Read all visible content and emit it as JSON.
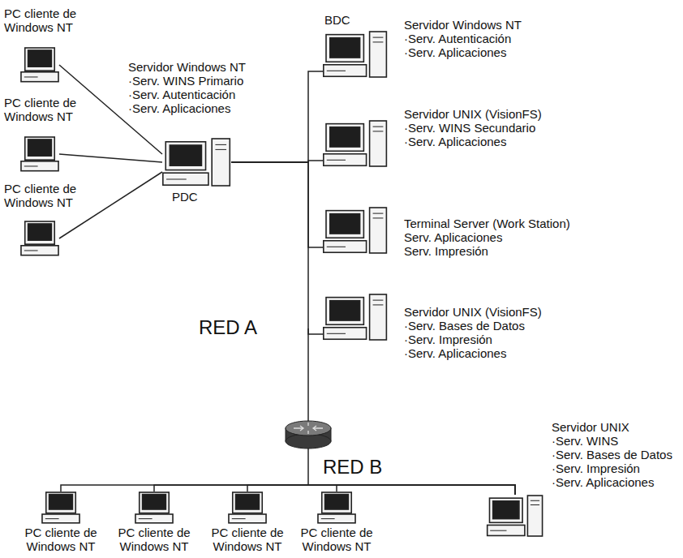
{
  "diagram": {
    "nodes": [
      {
        "text": [
          "PC cliente de Windows NT"
        ]
      },
      {
        "text": [
          "PC cliente de Windows NT"
        ]
      },
      {
        "text": [
          "PC cliente de Windows NT"
        ]
      },
      {
        "text": [
          "Servidor Windows NT",
          "·Serv. WINS Primario",
          "·Serv. Autenticación",
          "·Serv. Aplicaciones",
          "PDC"
        ]
      },
      {
        "text": [
          "BDC",
          "Servidor Windows NT",
          "·Serv. Autenticación",
          "·Serv. Aplicaciones"
        ]
      },
      {
        "text": [
          "Servidor UNIX (VisionFS)",
          "·Serv. WINS Secundario",
          "·Serv. Aplicaciones"
        ]
      },
      {
        "text": [
          "Terminal Server (Work Station)",
          "Serv. Aplicaciones",
          "Serv. Impresión"
        ]
      },
      {
        "text": [
          "Servidor UNIX (VisionFS)",
          "·Serv. Bases de Datos",
          "·Serv. Impresión",
          "·Serv. Aplicaciones"
        ]
      },
      {
        "text": [
          "PC cliente de Windows NT"
        ]
      },
      {
        "text": [
          "PC cliente de Windows NT"
        ]
      },
      {
        "text": [
          "PC cliente de Windows NT"
        ]
      },
      {
        "text": [
          "PC cliente de Windows NT"
        ]
      },
      {
        "text": [
          "Servidor UNIX",
          "·Serv. WINS",
          "·Serv. Bases de Datos",
          "·Serv. Impresión",
          "·Serv. Aplicaciones"
        ]
      }
    ],
    "edges": [
      {
        "from": 0,
        "to": 3,
        "arrow": "none"
      },
      {
        "from": 1,
        "to": 3,
        "arrow": "none"
      },
      {
        "from": 2,
        "to": 3,
        "arrow": "none"
      },
      {
        "from": 3,
        "to": 4,
        "arrow": "none"
      },
      {
        "from": 3,
        "to": 5,
        "arrow": "none"
      },
      {
        "from": 3,
        "to": 6,
        "arrow": "none"
      },
      {
        "from": 3,
        "to": 7,
        "arrow": "none"
      },
      {
        "from": 8,
        "to": 12,
        "arrow": "none"
      },
      {
        "from": 9,
        "to": 12,
        "arrow": "none"
      },
      {
        "from": 10,
        "to": 12,
        "arrow": "none"
      },
      {
        "from": 11,
        "to": 12,
        "arrow": "none"
      }
    ],
    "labels": [
      "RED A",
      "RED B"
    ]
  }
}
